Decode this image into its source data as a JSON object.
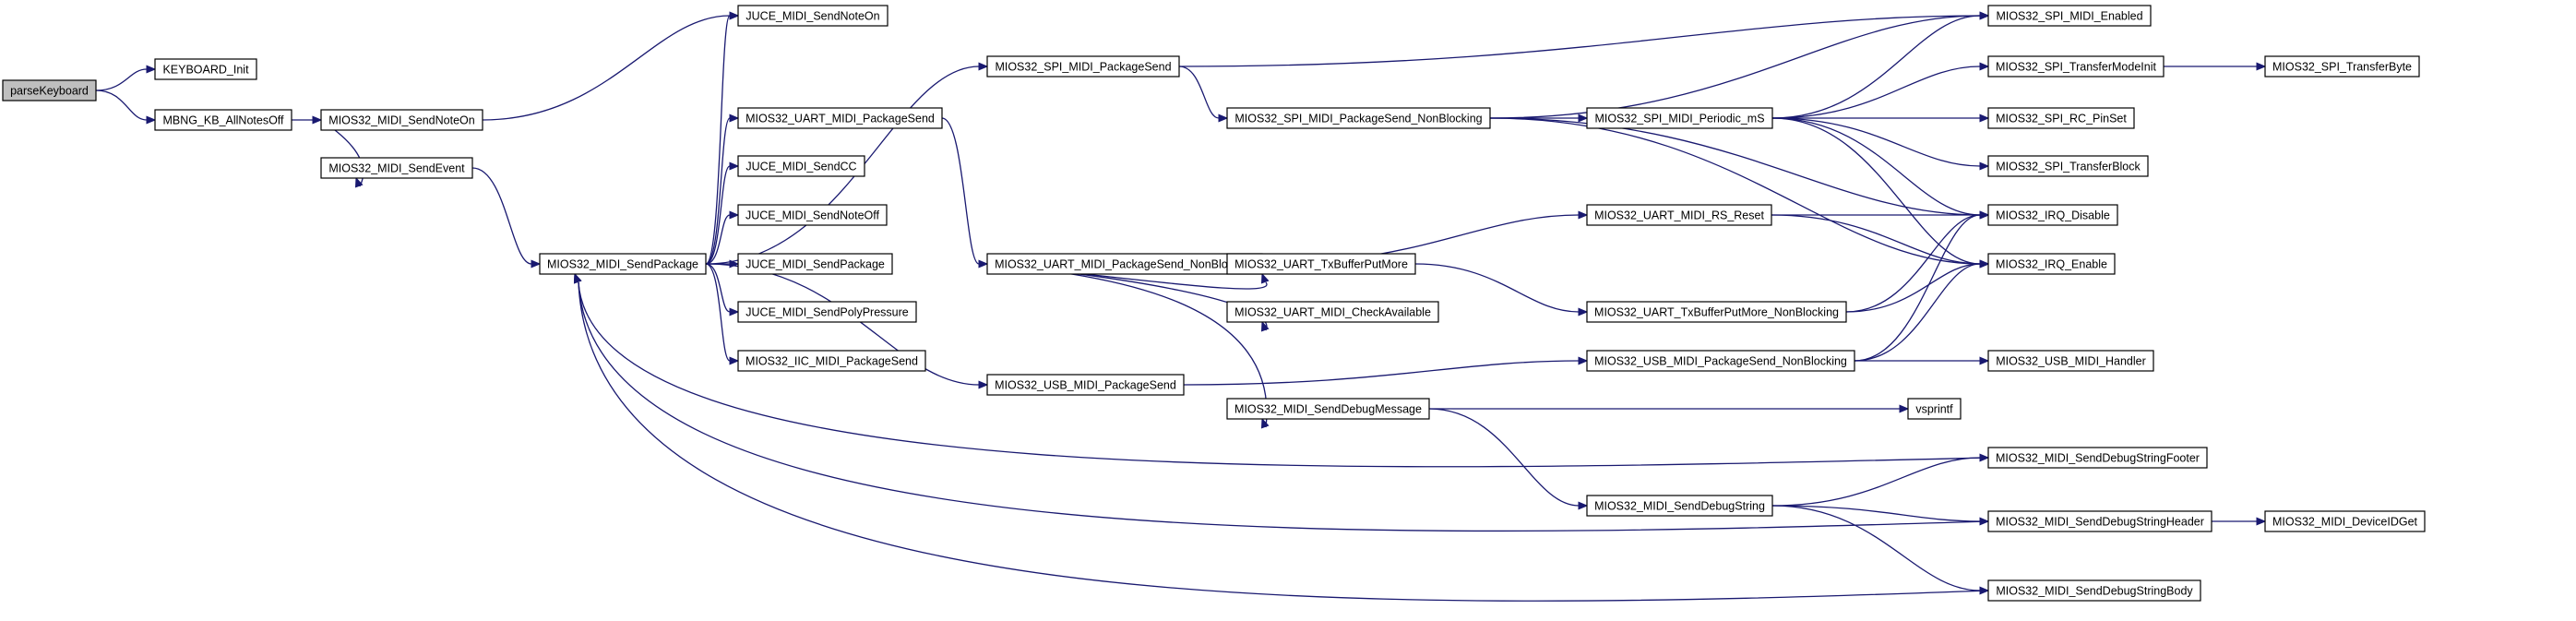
{
  "graph": {
    "kind": "call-graph",
    "colors": {
      "edge": "#191970",
      "node_border": "#000000",
      "root_fill": "#bfbfbf",
      "node_fill": "#ffffff"
    },
    "nodes": [
      {
        "id": "parseKeyboard",
        "label": "parseKeyboard",
        "root": true
      },
      {
        "id": "KEYBOARD_Init",
        "label": "KEYBOARD_Init"
      },
      {
        "id": "MBNG_KB_AllNotesOff",
        "label": "MBNG_KB_AllNotesOff"
      },
      {
        "id": "MIOS32_MIDI_SendNoteOn",
        "label": "MIOS32_MIDI_SendNoteOn"
      },
      {
        "id": "MIOS32_MIDI_SendEvent",
        "label": "MIOS32_MIDI_SendEvent"
      },
      {
        "id": "MIOS32_MIDI_SendPackage",
        "label": "MIOS32_MIDI_SendPackage"
      },
      {
        "id": "JUCE_MIDI_SendNoteOn",
        "label": "JUCE_MIDI_SendNoteOn"
      },
      {
        "id": "MIOS32_UART_MIDI_PackageSend",
        "label": "MIOS32_UART_MIDI_PackageSend"
      },
      {
        "id": "JUCE_MIDI_SendCC",
        "label": "JUCE_MIDI_SendCC"
      },
      {
        "id": "JUCE_MIDI_SendNoteOff",
        "label": "JUCE_MIDI_SendNoteOff"
      },
      {
        "id": "JUCE_MIDI_SendPackage",
        "label": "JUCE_MIDI_SendPackage"
      },
      {
        "id": "JUCE_MIDI_SendPolyPressure",
        "label": "JUCE_MIDI_SendPolyPressure"
      },
      {
        "id": "MIOS32_IIC_MIDI_PackageSend",
        "label": "MIOS32_IIC_MIDI_PackageSend"
      },
      {
        "id": "MIOS32_SPI_MIDI_PackageSend",
        "label": "MIOS32_SPI_MIDI_PackageSend"
      },
      {
        "id": "MIOS32_UART_MIDI_PackageSend_NonBlocking",
        "label": "MIOS32_UART_MIDI_PackageSend_NonBlocking"
      },
      {
        "id": "MIOS32_USB_MIDI_PackageSend",
        "label": "MIOS32_USB_MIDI_PackageSend"
      },
      {
        "id": "MIOS32_SPI_MIDI_PackageSend_NonBlocking",
        "label": "MIOS32_SPI_MIDI_PackageSend_NonBlocking"
      },
      {
        "id": "MIOS32_UART_TxBufferPutMore",
        "label": "MIOS32_UART_TxBufferPutMore"
      },
      {
        "id": "MIOS32_UART_MIDI_CheckAvailable",
        "label": "MIOS32_UART_MIDI_CheckAvailable"
      },
      {
        "id": "MIOS32_MIDI_SendDebugMessage",
        "label": "MIOS32_MIDI_SendDebugMessage"
      },
      {
        "id": "MIOS32_SPI_MIDI_Periodic_mS",
        "label": "MIOS32_SPI_MIDI_Periodic_mS"
      },
      {
        "id": "MIOS32_UART_MIDI_RS_Reset",
        "label": "MIOS32_UART_MIDI_RS_Reset"
      },
      {
        "id": "MIOS32_UART_TxBufferPutMore_NonBlocking",
        "label": "MIOS32_UART_TxBufferPutMore_NonBlocking"
      },
      {
        "id": "MIOS32_USB_MIDI_PackageSend_NonBlocking",
        "label": "MIOS32_USB_MIDI_PackageSend_NonBlocking"
      },
      {
        "id": "vsprintf",
        "label": "vsprintf"
      },
      {
        "id": "MIOS32_MIDI_SendDebugString",
        "label": "MIOS32_MIDI_SendDebugString"
      },
      {
        "id": "MIOS32_SPI_MIDI_Enabled",
        "label": "MIOS32_SPI_MIDI_Enabled"
      },
      {
        "id": "MIOS32_SPI_TransferModeInit",
        "label": "MIOS32_SPI_TransferModeInit"
      },
      {
        "id": "MIOS32_SPI_RC_PinSet",
        "label": "MIOS32_SPI_RC_PinSet"
      },
      {
        "id": "MIOS32_SPI_TransferBlock",
        "label": "MIOS32_SPI_TransferBlock"
      },
      {
        "id": "MIOS32_IRQ_Disable",
        "label": "MIOS32_IRQ_Disable"
      },
      {
        "id": "MIOS32_IRQ_Enable",
        "label": "MIOS32_IRQ_Enable"
      },
      {
        "id": "MIOS32_USB_MIDI_Handler",
        "label": "MIOS32_USB_MIDI_Handler"
      },
      {
        "id": "MIOS32_MIDI_SendDebugStringFooter",
        "label": "MIOS32_MIDI_SendDebugStringFooter"
      },
      {
        "id": "MIOS32_MIDI_SendDebugStringHeader",
        "label": "MIOS32_MIDI_SendDebugStringHeader"
      },
      {
        "id": "MIOS32_MIDI_SendDebugStringBody",
        "label": "MIOS32_MIDI_SendDebugStringBody"
      },
      {
        "id": "MIOS32_SPI_TransferByte",
        "label": "MIOS32_SPI_TransferByte"
      },
      {
        "id": "MIOS32_MIDI_DeviceIDGet",
        "label": "MIOS32_MIDI_DeviceIDGet"
      }
    ],
    "edges": [
      {
        "from": "parseKeyboard",
        "to": "KEYBOARD_Init"
      },
      {
        "from": "parseKeyboard",
        "to": "MBNG_KB_AllNotesOff"
      },
      {
        "from": "MBNG_KB_AllNotesOff",
        "to": "MIOS32_MIDI_SendNoteOn"
      },
      {
        "from": "MIOS32_MIDI_SendNoteOn",
        "to": "JUCE_MIDI_SendNoteOn"
      },
      {
        "from": "MIOS32_MIDI_SendNoteOn",
        "to": "MIOS32_MIDI_SendEvent"
      },
      {
        "from": "MIOS32_MIDI_SendEvent",
        "to": "MIOS32_MIDI_SendPackage"
      },
      {
        "from": "MIOS32_MIDI_SendPackage",
        "to": "JUCE_MIDI_SendNoteOn"
      },
      {
        "from": "MIOS32_MIDI_SendPackage",
        "to": "MIOS32_SPI_MIDI_PackageSend"
      },
      {
        "from": "MIOS32_MIDI_SendPackage",
        "to": "MIOS32_UART_MIDI_PackageSend"
      },
      {
        "from": "MIOS32_MIDI_SendPackage",
        "to": "JUCE_MIDI_SendCC"
      },
      {
        "from": "MIOS32_MIDI_SendPackage",
        "to": "JUCE_MIDI_SendNoteOff"
      },
      {
        "from": "MIOS32_MIDI_SendPackage",
        "to": "JUCE_MIDI_SendPackage"
      },
      {
        "from": "MIOS32_MIDI_SendPackage",
        "to": "JUCE_MIDI_SendPolyPressure"
      },
      {
        "from": "MIOS32_MIDI_SendPackage",
        "to": "MIOS32_IIC_MIDI_PackageSend"
      },
      {
        "from": "MIOS32_MIDI_SendPackage",
        "to": "MIOS32_USB_MIDI_PackageSend"
      },
      {
        "from": "MIOS32_SPI_MIDI_PackageSend",
        "to": "MIOS32_SPI_MIDI_Enabled"
      },
      {
        "from": "MIOS32_SPI_MIDI_PackageSend",
        "to": "MIOS32_SPI_MIDI_PackageSend_NonBlocking"
      },
      {
        "from": "MIOS32_UART_MIDI_PackageSend",
        "to": "MIOS32_UART_MIDI_PackageSend_NonBlocking"
      },
      {
        "from": "MIOS32_USB_MIDI_PackageSend",
        "to": "MIOS32_USB_MIDI_PackageSend_NonBlocking"
      },
      {
        "from": "MIOS32_SPI_MIDI_PackageSend_NonBlocking",
        "to": "MIOS32_SPI_MIDI_Enabled"
      },
      {
        "from": "MIOS32_SPI_MIDI_PackageSend_NonBlocking",
        "to": "MIOS32_SPI_MIDI_Periodic_mS"
      },
      {
        "from": "MIOS32_SPI_MIDI_PackageSend_NonBlocking",
        "to": "MIOS32_IRQ_Disable"
      },
      {
        "from": "MIOS32_SPI_MIDI_PackageSend_NonBlocking",
        "to": "MIOS32_IRQ_Enable"
      },
      {
        "from": "MIOS32_UART_MIDI_PackageSend_NonBlocking",
        "to": "MIOS32_UART_MIDI_RS_Reset"
      },
      {
        "from": "MIOS32_UART_MIDI_PackageSend_NonBlocking",
        "to": "MIOS32_UART_TxBufferPutMore"
      },
      {
        "from": "MIOS32_UART_MIDI_PackageSend_NonBlocking",
        "to": "MIOS32_UART_MIDI_CheckAvailable"
      },
      {
        "from": "MIOS32_UART_MIDI_PackageSend_NonBlocking",
        "to": "MIOS32_MIDI_SendDebugMessage"
      },
      {
        "from": "MIOS32_SPI_MIDI_Periodic_mS",
        "to": "MIOS32_SPI_MIDI_Enabled"
      },
      {
        "from": "MIOS32_SPI_MIDI_Periodic_mS",
        "to": "MIOS32_SPI_TransferModeInit"
      },
      {
        "from": "MIOS32_SPI_MIDI_Periodic_mS",
        "to": "MIOS32_SPI_RC_PinSet"
      },
      {
        "from": "MIOS32_SPI_MIDI_Periodic_mS",
        "to": "MIOS32_SPI_TransferBlock"
      },
      {
        "from": "MIOS32_SPI_MIDI_Periodic_mS",
        "to": "MIOS32_IRQ_Disable"
      },
      {
        "from": "MIOS32_SPI_MIDI_Periodic_mS",
        "to": "MIOS32_IRQ_Enable"
      },
      {
        "from": "MIOS32_SPI_TransferModeInit",
        "to": "MIOS32_SPI_TransferByte"
      },
      {
        "from": "MIOS32_UART_MIDI_RS_Reset",
        "to": "MIOS32_IRQ_Disable"
      },
      {
        "from": "MIOS32_UART_MIDI_RS_Reset",
        "to": "MIOS32_IRQ_Enable"
      },
      {
        "from": "MIOS32_UART_TxBufferPutMore",
        "to": "MIOS32_UART_TxBufferPutMore_NonBlocking"
      },
      {
        "from": "MIOS32_UART_TxBufferPutMore_NonBlocking",
        "to": "MIOS32_IRQ_Disable"
      },
      {
        "from": "MIOS32_UART_TxBufferPutMore_NonBlocking",
        "to": "MIOS32_IRQ_Enable"
      },
      {
        "from": "MIOS32_USB_MIDI_PackageSend_NonBlocking",
        "to": "MIOS32_IRQ_Disable"
      },
      {
        "from": "MIOS32_USB_MIDI_PackageSend_NonBlocking",
        "to": "MIOS32_IRQ_Enable"
      },
      {
        "from": "MIOS32_USB_MIDI_PackageSend_NonBlocking",
        "to": "MIOS32_USB_MIDI_Handler"
      },
      {
        "from": "MIOS32_MIDI_SendDebugMessage",
        "to": "vsprintf"
      },
      {
        "from": "MIOS32_MIDI_SendDebugMessage",
        "to": "MIOS32_MIDI_SendDebugString"
      },
      {
        "from": "MIOS32_MIDI_SendDebugString",
        "to": "MIOS32_MIDI_SendDebugStringFooter"
      },
      {
        "from": "MIOS32_MIDI_SendDebugString",
        "to": "MIOS32_MIDI_SendDebugStringHeader"
      },
      {
        "from": "MIOS32_MIDI_SendDebugString",
        "to": "MIOS32_MIDI_SendDebugStringBody"
      },
      {
        "from": "MIOS32_MIDI_SendDebugStringFooter",
        "to": "MIOS32_MIDI_SendPackage"
      },
      {
        "from": "MIOS32_MIDI_SendDebugStringHeader",
        "to": "MIOS32_MIDI_SendPackage"
      },
      {
        "from": "MIOS32_MIDI_SendDebugStringHeader",
        "to": "MIOS32_MIDI_DeviceIDGet"
      },
      {
        "from": "MIOS32_MIDI_SendDebugStringBody",
        "to": "MIOS32_MIDI_SendPackage"
      }
    ]
  }
}
